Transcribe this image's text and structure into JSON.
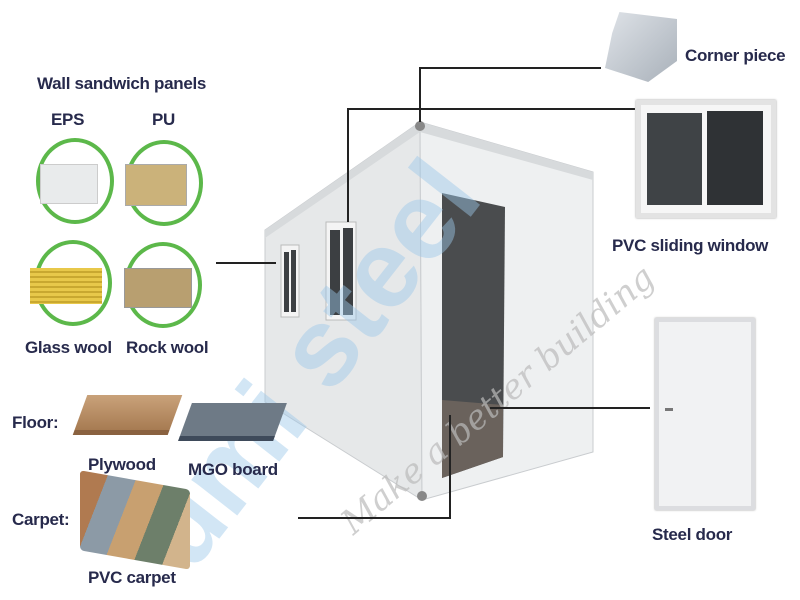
{
  "wall_panels": {
    "title": "Wall sandwich panels",
    "items": [
      {
        "label": "EPS"
      },
      {
        "label": "PU"
      },
      {
        "label": "Glass wool"
      },
      {
        "label": "Rock wool"
      }
    ]
  },
  "floor": {
    "title": "Floor:",
    "items": [
      {
        "label": "Plywood"
      },
      {
        "label": "MGO board"
      }
    ]
  },
  "carpet": {
    "title": "Carpet:",
    "items": [
      {
        "label": "PVC carpet"
      }
    ]
  },
  "parts": {
    "corner": "Corner piece",
    "window": "PVC sliding window",
    "door": "Steel door"
  },
  "watermark": {
    "brand": "umi steel",
    "slogan": "Make a better building"
  },
  "colors": {
    "text": "#272a4c",
    "ring": "#5cb84a",
    "watermark_blue": "#9cc8ea",
    "watermark_orange": "#f6c99a"
  }
}
